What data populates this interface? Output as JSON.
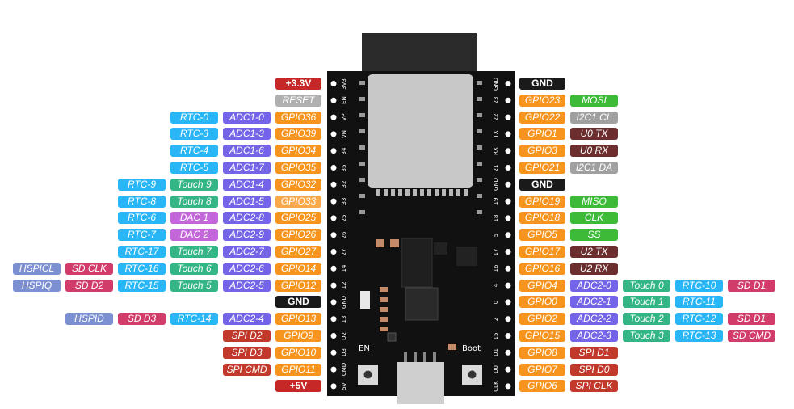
{
  "colors": {
    "power": "#c62828",
    "reset": "#b0b0b0",
    "gnd": "#1a1a1a",
    "gpio": "#f7941d",
    "gpio_light": "#f9a94a",
    "rtc": "#29b6f6",
    "adc": "#7464e8",
    "touch": "#34b585",
    "dac": "#c266d9",
    "hspi": "#7b8fd1",
    "sd": "#d23c6b",
    "spi": "#c0392b",
    "green": "#3cba38",
    "uart": "#6b2d2d",
    "i2c": "#a0a0a0"
  },
  "board": {
    "left_pin_names": [
      "3V3",
      "EN",
      "VP",
      "VN",
      "34",
      "35",
      "32",
      "33",
      "25",
      "26",
      "27",
      "14",
      "12",
      "GND",
      "13",
      "D2",
      "D3",
      "CMD",
      "5V"
    ],
    "right_pin_names": [
      "GND",
      "23",
      "22",
      "TX",
      "RX",
      "21",
      "GND",
      "19",
      "18",
      "5",
      "17",
      "16",
      "4",
      "0",
      "2",
      "15",
      "D1",
      "D0",
      "CLK"
    ],
    "en_label": "EN",
    "boot_label": "Boot"
  },
  "left_rows": [
    [
      {
        "t": "+3.3V",
        "c": "power",
        "b": true
      }
    ],
    [
      {
        "t": "RESET",
        "c": "reset"
      }
    ],
    [
      {
        "t": "RTC-0",
        "c": "rtc"
      },
      {
        "t": "ADC1-0",
        "c": "adc"
      },
      {
        "t": "GPIO36",
        "c": "gpio"
      }
    ],
    [
      {
        "t": "RTC-3",
        "c": "rtc"
      },
      {
        "t": "ADC1-3",
        "c": "adc"
      },
      {
        "t": "GPIO39",
        "c": "gpio"
      }
    ],
    [
      {
        "t": "RTC-4",
        "c": "rtc"
      },
      {
        "t": "ADC1-6",
        "c": "adc"
      },
      {
        "t": "GPIO34",
        "c": "gpio"
      }
    ],
    [
      {
        "t": "RTC-5",
        "c": "rtc"
      },
      {
        "t": "ADC1-7",
        "c": "adc"
      },
      {
        "t": "GPIO35",
        "c": "gpio"
      }
    ],
    [
      {
        "t": "RTC-9",
        "c": "rtc"
      },
      {
        "t": "Touch 9",
        "c": "touch"
      },
      {
        "t": "ADC1-4",
        "c": "adc"
      },
      {
        "t": "GPIO32",
        "c": "gpio"
      }
    ],
    [
      {
        "t": "RTC-8",
        "c": "rtc"
      },
      {
        "t": "Touch 8",
        "c": "touch"
      },
      {
        "t": "ADC1-5",
        "c": "adc"
      },
      {
        "t": "GPIO33",
        "c": "gpio_light"
      }
    ],
    [
      {
        "t": "RTC-6",
        "c": "rtc"
      },
      {
        "t": "DAC 1",
        "c": "dac"
      },
      {
        "t": "ADC2-8",
        "c": "adc"
      },
      {
        "t": "GPIO25",
        "c": "gpio"
      }
    ],
    [
      {
        "t": "RTC-7",
        "c": "rtc"
      },
      {
        "t": "DAC 2",
        "c": "dac"
      },
      {
        "t": "ADC2-9",
        "c": "adc"
      },
      {
        "t": "GPIO26",
        "c": "gpio"
      }
    ],
    [
      {
        "t": "RTC-17",
        "c": "rtc"
      },
      {
        "t": "Touch 7",
        "c": "touch"
      },
      {
        "t": "ADC2-7",
        "c": "adc"
      },
      {
        "t": "GPIO27",
        "c": "gpio"
      }
    ],
    [
      {
        "t": "HSPICL",
        "c": "hspi"
      },
      {
        "t": "SD CLK",
        "c": "sd"
      },
      {
        "t": "RTC-16",
        "c": "rtc"
      },
      {
        "t": "Touch 6",
        "c": "touch"
      },
      {
        "t": "ADC2-6",
        "c": "adc"
      },
      {
        "t": "GPIO14",
        "c": "gpio"
      }
    ],
    [
      {
        "t": "HSPIQ",
        "c": "hspi"
      },
      {
        "t": "SD D2",
        "c": "sd"
      },
      {
        "t": "RTC-15",
        "c": "rtc"
      },
      {
        "t": "Touch 5",
        "c": "touch"
      },
      {
        "t": "ADC2-5",
        "c": "adc"
      },
      {
        "t": "GPIO12",
        "c": "gpio"
      }
    ],
    [
      {
        "t": "GND",
        "c": "gnd",
        "b": true
      }
    ],
    [
      {
        "t": "HSPID",
        "c": "hspi"
      },
      {
        "t": "SD D3",
        "c": "sd"
      },
      {
        "t": "RTC-14",
        "c": "rtc"
      },
      {
        "t": "ADC2-4",
        "c": "adc"
      },
      {
        "t": "GPIO13",
        "c": "gpio"
      }
    ],
    [
      {
        "t": "SPI D2",
        "c": "spi"
      },
      {
        "t": "GPIO9",
        "c": "gpio"
      }
    ],
    [
      {
        "t": "SPI D3",
        "c": "spi"
      },
      {
        "t": "GPIO10",
        "c": "gpio"
      }
    ],
    [
      {
        "t": "SPI CMD",
        "c": "spi"
      },
      {
        "t": "GPIO11",
        "c": "gpio"
      }
    ],
    [
      {
        "t": "+5V",
        "c": "power",
        "b": true
      }
    ]
  ],
  "right_rows": [
    [
      {
        "t": "GND",
        "c": "gnd",
        "b": true
      }
    ],
    [
      {
        "t": "GPIO23",
        "c": "gpio"
      },
      {
        "t": "MOSI",
        "c": "green"
      }
    ],
    [
      {
        "t": "GPIO22",
        "c": "gpio"
      },
      {
        "t": "I2C1 CL",
        "c": "i2c"
      }
    ],
    [
      {
        "t": "GPIO1",
        "c": "gpio"
      },
      {
        "t": "U0 TX",
        "c": "uart"
      }
    ],
    [
      {
        "t": "GPIO3",
        "c": "gpio"
      },
      {
        "t": "U0 RX",
        "c": "uart"
      }
    ],
    [
      {
        "t": "GPIO21",
        "c": "gpio"
      },
      {
        "t": "I2C1 DA",
        "c": "i2c"
      }
    ],
    [
      {
        "t": "GND",
        "c": "gnd",
        "b": true
      }
    ],
    [
      {
        "t": "GPIO19",
        "c": "gpio"
      },
      {
        "t": "MISO",
        "c": "green"
      }
    ],
    [
      {
        "t": "GPIO18",
        "c": "gpio"
      },
      {
        "t": "CLK",
        "c": "green"
      }
    ],
    [
      {
        "t": "GPIO5",
        "c": "gpio"
      },
      {
        "t": "SS",
        "c": "green"
      }
    ],
    [
      {
        "t": "GPIO17",
        "c": "gpio"
      },
      {
        "t": "U2 TX",
        "c": "uart"
      }
    ],
    [
      {
        "t": "GPIO16",
        "c": "gpio"
      },
      {
        "t": "U2 RX",
        "c": "uart"
      }
    ],
    [
      {
        "t": "GPIO4",
        "c": "gpio"
      },
      {
        "t": "ADC2-0",
        "c": "adc"
      },
      {
        "t": "Touch 0",
        "c": "touch"
      },
      {
        "t": "RTC-10",
        "c": "rtc"
      },
      {
        "t": "SD D1",
        "c": "sd"
      }
    ],
    [
      {
        "t": "GPIO0",
        "c": "gpio"
      },
      {
        "t": "ADC2-1",
        "c": "adc"
      },
      {
        "t": "Touch 1",
        "c": "touch"
      },
      {
        "t": "RTC-11",
        "c": "rtc"
      }
    ],
    [
      {
        "t": "GPIO2",
        "c": "gpio"
      },
      {
        "t": "ADC2-2",
        "c": "adc"
      },
      {
        "t": "Touch 2",
        "c": "touch"
      },
      {
        "t": "RTC-12",
        "c": "rtc"
      },
      {
        "t": "SD D1",
        "c": "sd"
      }
    ],
    [
      {
        "t": "GPIO15",
        "c": "gpio"
      },
      {
        "t": "ADC2-3",
        "c": "adc"
      },
      {
        "t": "Touch 3",
        "c": "touch"
      },
      {
        "t": "RTC-13",
        "c": "rtc"
      },
      {
        "t": "SD CMD",
        "c": "sd"
      }
    ],
    [
      {
        "t": "GPIO8",
        "c": "gpio"
      },
      {
        "t": "SPI D1",
        "c": "spi"
      }
    ],
    [
      {
        "t": "GPIO7",
        "c": "gpio"
      },
      {
        "t": "SPI D0",
        "c": "spi"
      }
    ],
    [
      {
        "t": "GPIO6",
        "c": "gpio"
      },
      {
        "t": "SPI CLK",
        "c": "spi"
      }
    ]
  ]
}
